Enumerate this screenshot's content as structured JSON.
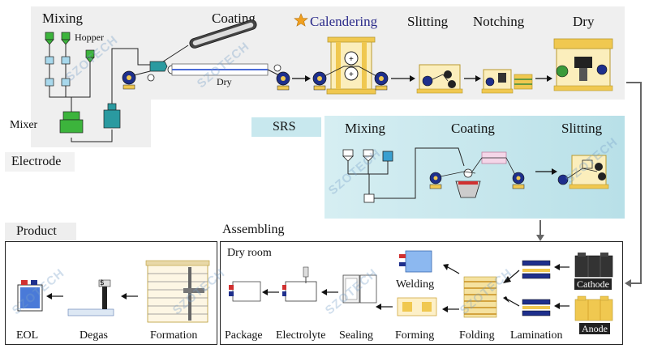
{
  "electrode": {
    "section_label": "Electrode",
    "steps": {
      "mixing": "Mixing",
      "hopper": "Hopper",
      "mixer": "Mixer",
      "coating": "Coating",
      "coating_dry": "Dry",
      "calendering": "Calendering",
      "slitting": "Slitting",
      "notching": "Notching",
      "dry": "Dry"
    }
  },
  "srs": {
    "section_label": "SRS",
    "steps": {
      "mixing": "Mixing",
      "coating": "Coating",
      "slitting": "Slitting"
    }
  },
  "assembling": {
    "section_label": "Assembling",
    "room_label": "Dry room",
    "cathode": "Cathode",
    "anode": "Anode",
    "steps": {
      "lamination": "Lamination",
      "folding": "Folding",
      "welding": "Welding",
      "forming": "Forming",
      "sealing": "Sealing",
      "electrolyte": "Electrolyte",
      "package": "Package"
    }
  },
  "product": {
    "section_label": "Product",
    "steps": {
      "formation": "Formation",
      "degas": "Degas",
      "eol": "EOL"
    }
  },
  "watermark": "SZOTECH",
  "colors": {
    "electrode_bg": "#efefef",
    "srs_bg": "#c4e6ec",
    "accent_blue": "#1e2f8c",
    "equipment_yellow": "#f0c850",
    "calendering_text": "#2a2a8a",
    "star": "#f0a020"
  }
}
